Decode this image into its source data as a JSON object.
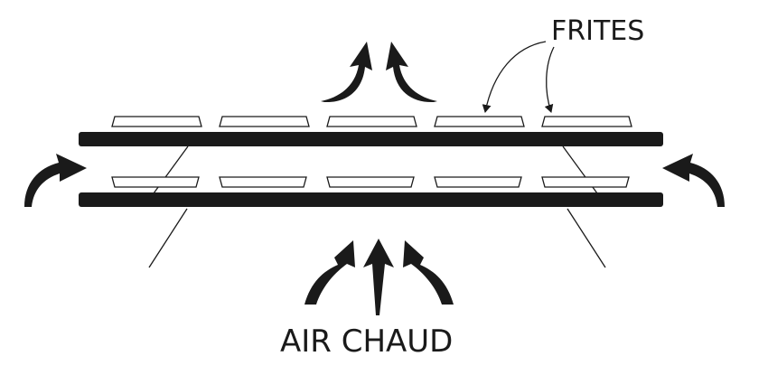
{
  "labels": {
    "fries": "FRITES",
    "hot_air": "AIR CHAUD"
  },
  "colors": {
    "ink": "#1a1a1a",
    "background": "#ffffff"
  },
  "racks": [
    {
      "name": "upper-rack",
      "fries_count": 5
    },
    {
      "name": "lower-rack",
      "fries_count": 5
    }
  ]
}
